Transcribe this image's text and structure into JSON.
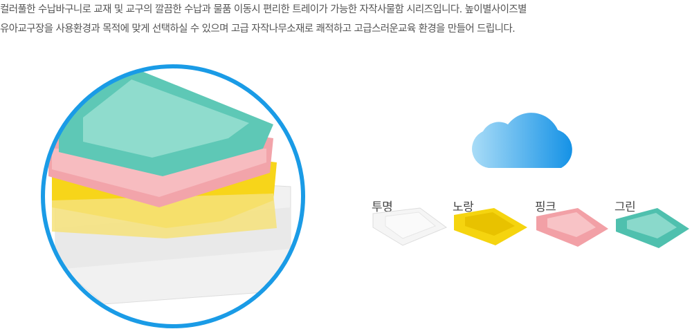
{
  "description": {
    "line1": "컬러풀한 수납바구니로 교재 및 교구의 깔끔한 수납과 물품 이동시 편리한 트레이가 가능한 자작사물함 시리즈입니다. 높이별사이즈별",
    "line2": "유아교구장을 사용환경과 목적에 맞게 선택하실 수 있으며 고급 자작나무소재로 쾌적하고 고급스러운교육 환경을 만들어 드립니다."
  },
  "colors": {
    "circle": "#1a9be6",
    "clear": "#f3f3f3",
    "yellow": "#f7d51a",
    "pink": "#f2a4aa",
    "green": "#5ec8b6"
  },
  "swatches": [
    {
      "label": "투명",
      "color": "#eeeeee"
    },
    {
      "label": "노랑",
      "color": "#f5d40f"
    },
    {
      "label": "핑크",
      "color": "#f2a0a6"
    },
    {
      "label": "그린",
      "color": "#4fc0ae"
    }
  ]
}
